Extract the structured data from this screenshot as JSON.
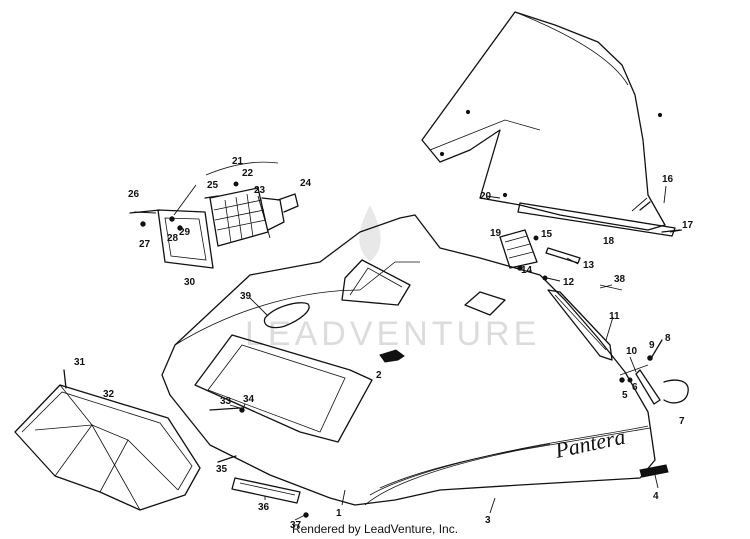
{
  "watermark": "LEADVENTURE",
  "hood_brand": "Pantera",
  "footer_text": "Rendered by LeadVenture, Inc.",
  "callouts": [
    "1",
    "2",
    "3",
    "4",
    "5",
    "6",
    "7",
    "8",
    "9",
    "10",
    "11",
    "12",
    "13",
    "14",
    "15",
    "16",
    "17",
    "18",
    "19",
    "20",
    "21",
    "22",
    "23",
    "24",
    "25",
    "26",
    "27",
    "28",
    "29",
    "30",
    "31",
    "32",
    "33",
    "34",
    "35",
    "36",
    "37",
    "38",
    "39"
  ],
  "colors": {
    "ink": "#111111",
    "watermark": "#dcdcdc",
    "background": "#ffffff"
  }
}
